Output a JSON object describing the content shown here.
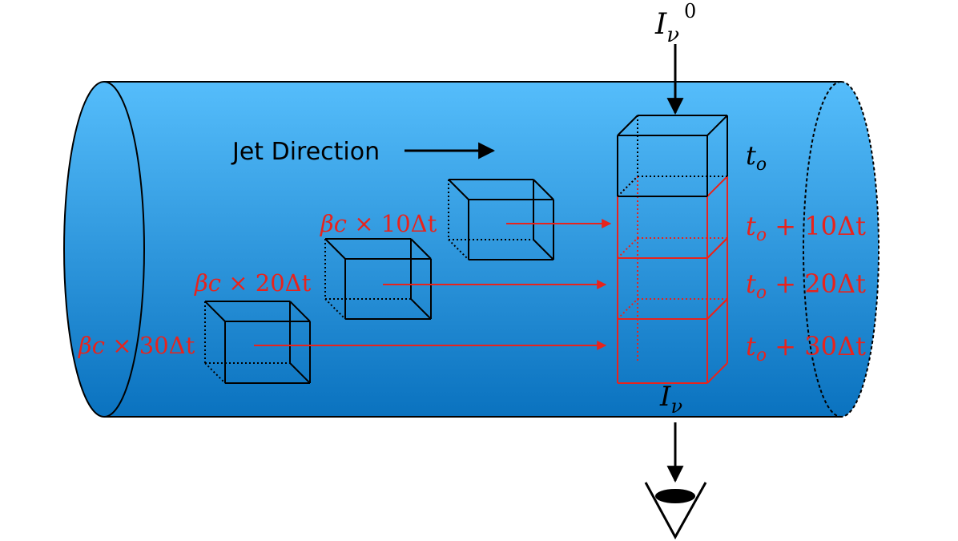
{
  "diagram": {
    "jet_direction_label": "Jet Direction",
    "incident_intensity": {
      "symbol": "I",
      "subscript": "ν",
      "superscript": "0"
    },
    "observed_intensity": {
      "symbol": "I",
      "subscript": "ν"
    },
    "time_labels": [
      {
        "base": "t",
        "sub": "o",
        "suffix": ""
      },
      {
        "base": "t",
        "sub": "o",
        "suffix": " + 10Δt"
      },
      {
        "base": "t",
        "sub": "o",
        "suffix": " + 20Δt"
      },
      {
        "base": "t",
        "sub": "o",
        "suffix": " + 30Δt"
      }
    ],
    "distance_labels": [
      {
        "prefix": "βc",
        "text": " × 10Δt"
      },
      {
        "prefix": "βc",
        "text": " × 20Δt"
      },
      {
        "prefix": "βc",
        "text": " × 30Δt"
      }
    ],
    "colors": {
      "jet_top": "#55bdfb",
      "jet_bottom": "#0a72bf",
      "highlight": "#e8231c",
      "outline": "#000000"
    },
    "icons": {
      "observer": "eye-icon"
    }
  }
}
